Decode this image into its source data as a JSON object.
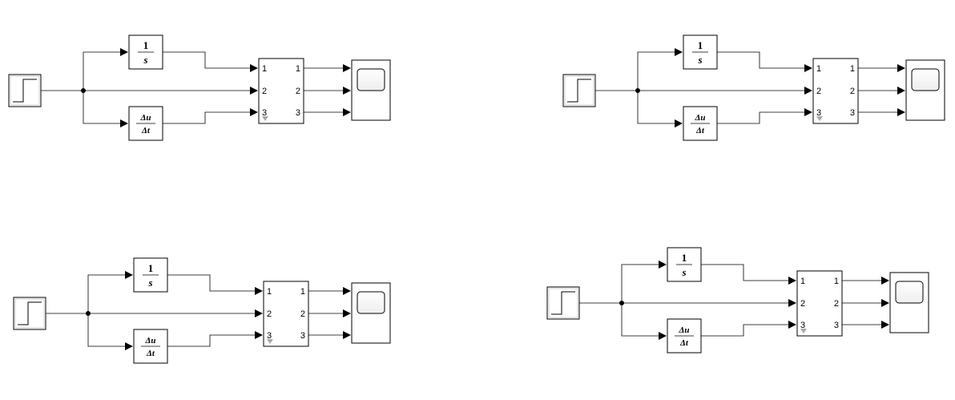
{
  "blocks": {
    "integrator": {
      "numerator": "1",
      "denominator": "s"
    },
    "derivative": {
      "numerator": "Δu",
      "denominator": "Δt"
    },
    "bus": {
      "in_ports": [
        "1",
        "2",
        "3"
      ],
      "out_ports": [
        "1",
        "2",
        "3"
      ]
    }
  },
  "diagrams": [
    {
      "id": "top-left"
    },
    {
      "id": "top-right"
    },
    {
      "id": "bottom-left"
    },
    {
      "id": "bottom-right"
    }
  ]
}
